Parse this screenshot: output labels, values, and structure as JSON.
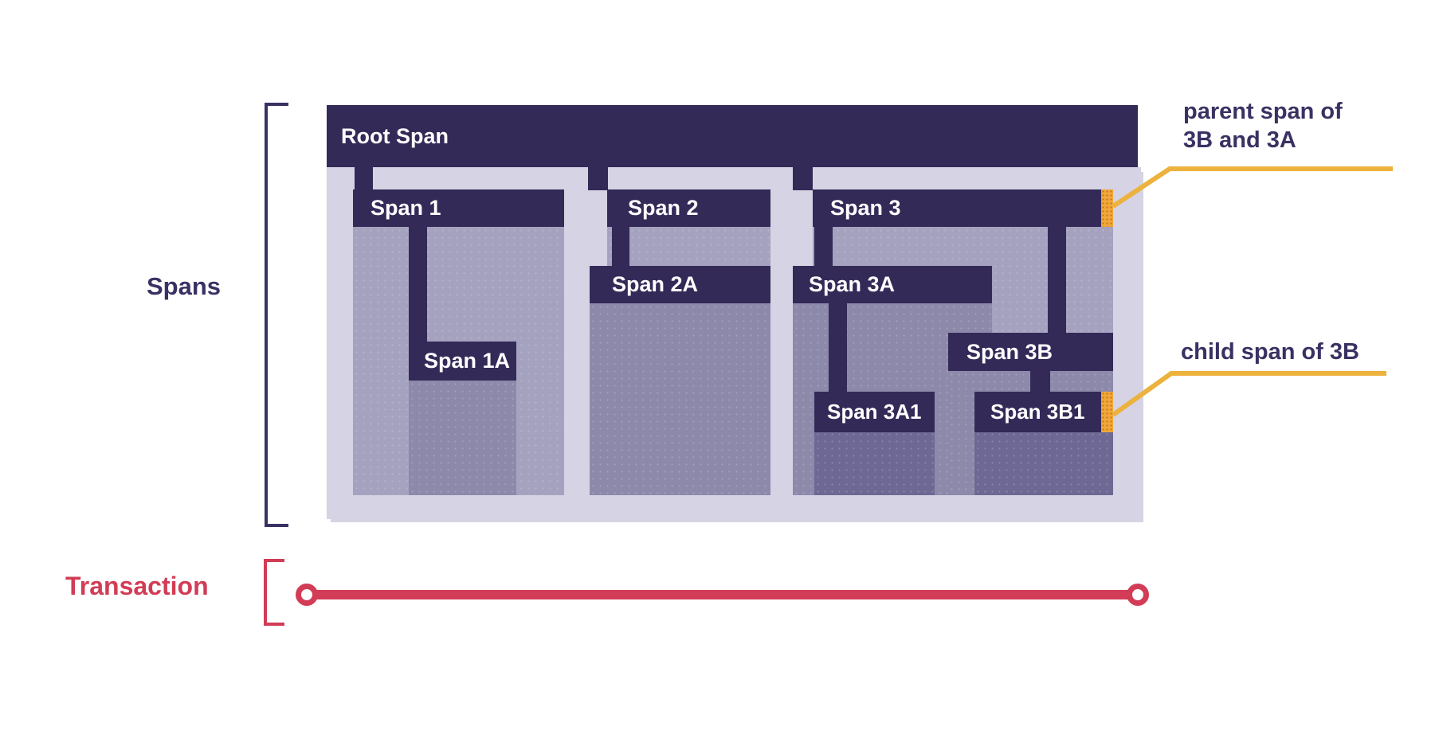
{
  "axis_labels": {
    "spans": "Spans",
    "transaction": "Transaction"
  },
  "spans": {
    "root": "Root Span",
    "span1": "Span 1",
    "span1a": "Span 1A",
    "span2": "Span 2",
    "span2a": "Span 2A",
    "span3": "Span 3",
    "span3a": "Span 3A",
    "span3a1": "Span 3A1",
    "span3b": "Span 3B",
    "span3b1": "Span 3B1"
  },
  "annotations": {
    "parent_line1": "parent span of",
    "parent_line2": "3B and 3A",
    "child": "child span of 3B"
  },
  "colors": {
    "dark": "#342a58",
    "panel": "#d5d3e4",
    "body_l1": "#a5a2bf",
    "body_l2": "#8d89ab",
    "body_l3": "#6d6994",
    "orange": "#f0a938",
    "yellow": "#ecb23d",
    "red": "#d23c56",
    "text": "#3a3163"
  }
}
